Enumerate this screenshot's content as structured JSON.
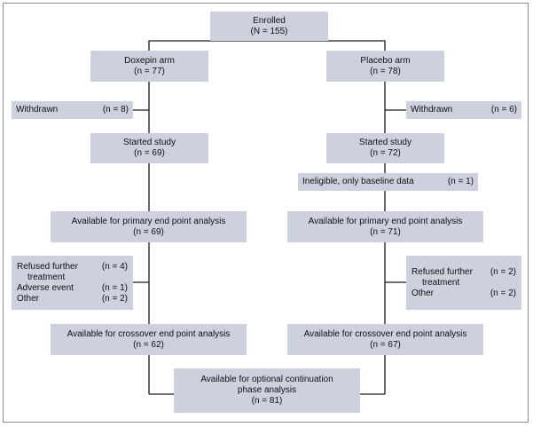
{
  "enrolled": {
    "label": "Enrolled",
    "n": "(N = 155)"
  },
  "doxepin": {
    "arm": {
      "label": "Doxepin arm",
      "n": "(n = 77)"
    },
    "withdrawn": {
      "label": "Withdrawn",
      "n": "(n = 8)"
    },
    "started": {
      "label": "Started study",
      "n": "(n = 69)"
    },
    "primary": {
      "label": "Available for primary end point analysis",
      "n": "(n = 69)"
    },
    "excluded": {
      "refused": "Refused further",
      "refused_n": "(n = 4)",
      "refused_cont": "treatment",
      "adverse": "Adverse event",
      "adverse_n": "(n = 1)",
      "other": "Other",
      "other_n": "(n = 2)"
    },
    "crossover": {
      "label": "Available for crossover end point analysis",
      "n": "(n = 62)"
    }
  },
  "placebo": {
    "arm": {
      "label": "Placebo arm",
      "n": "(n = 78)"
    },
    "withdrawn": {
      "label": "Withdrawn",
      "n": "(n = 6)"
    },
    "started": {
      "label": "Started study",
      "n": "(n = 72)"
    },
    "ineligible": {
      "label": "Ineligible, only baseline data",
      "n": "(n = 1)"
    },
    "primary": {
      "label": "Available for primary end point analysis",
      "n": "(n = 71)"
    },
    "excluded": {
      "refused": "Refused further",
      "refused_n": "(n = 2)",
      "refused_cont": "treatment",
      "other": "Other",
      "other_n": "(n = 2)"
    },
    "crossover": {
      "label": "Available for crossover end point analysis",
      "n": "(n = 67)"
    }
  },
  "continuation": {
    "line1": "Available for optional continuation",
    "line2": "phase analysis",
    "n": "(n = 81)"
  },
  "colors": {
    "box_fill": "#cdd0dd",
    "line": "#1a1a1a",
    "frame": "#8c8c8c"
  }
}
